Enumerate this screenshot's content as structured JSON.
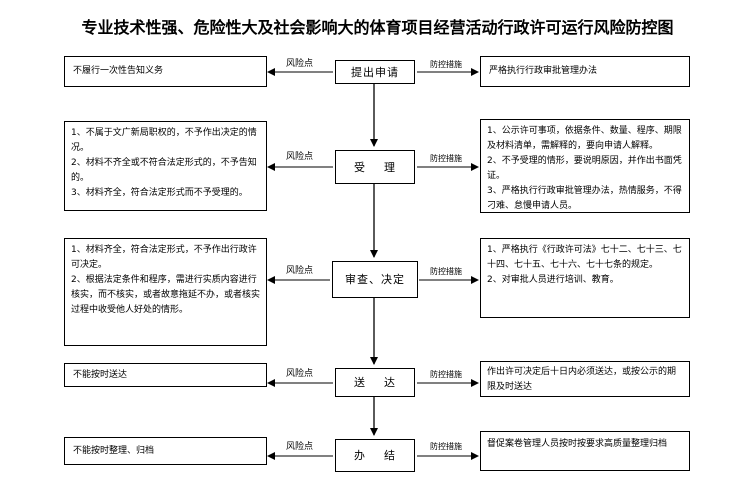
{
  "title": "专业技术性强、危险性大及社会影响大的体育项目经营活动行政许可运行风险防控图",
  "risk_label": "风险点",
  "control_label": "防控措施",
  "rows": [
    {
      "step": "提出申请",
      "risks": [
        "不履行一次性告知义务"
      ],
      "controls": [
        "严格执行行政审批管理办法"
      ]
    },
    {
      "step": "受    理",
      "risks": [
        "1、不属于文广新局职权的，不予作出决定的情况。",
        "2、材料不齐全或不符合法定形式的，不予告知的。",
        "3、材料齐全，符合法定形式而不予受理的。"
      ],
      "controls": [
        "1、公示许可事项，依据条件、数量、程序、期限及材料清单，需解释的，要向申请人解释。",
        "2、不予受理的情形，要说明原因，并作出书面凭证。",
        "3、严格执行行政审批管理办法，热情服务，不得刁难、怠慢申请人员。"
      ]
    },
    {
      "step": "审查、决定",
      "risks": [
        "1、材料齐全，符合法定形式，不予作出行政许可决定。",
        "2、根据法定条件和程序，需进行实质内容进行核实，而不核实，或者故意拖延不办，或者核实过程中收受他人好处的情形。"
      ],
      "controls": [
        "1、严格执行《行政许可法》七十二、七十三、七十四、七十五、七十六、七十七条的规定。",
        "2、对审批人员进行培训、教育。"
      ]
    },
    {
      "step": "送    达",
      "risks": [
        "不能按时送达"
      ],
      "controls": [
        "作出许可决定后十日内必须送达，或按公示的期限及时送达"
      ]
    },
    {
      "step": "办    结",
      "risks": [
        "不能按时整理、归档"
      ],
      "controls": [
        "督促案卷管理人员按时按要求高质量整理归档"
      ]
    }
  ]
}
